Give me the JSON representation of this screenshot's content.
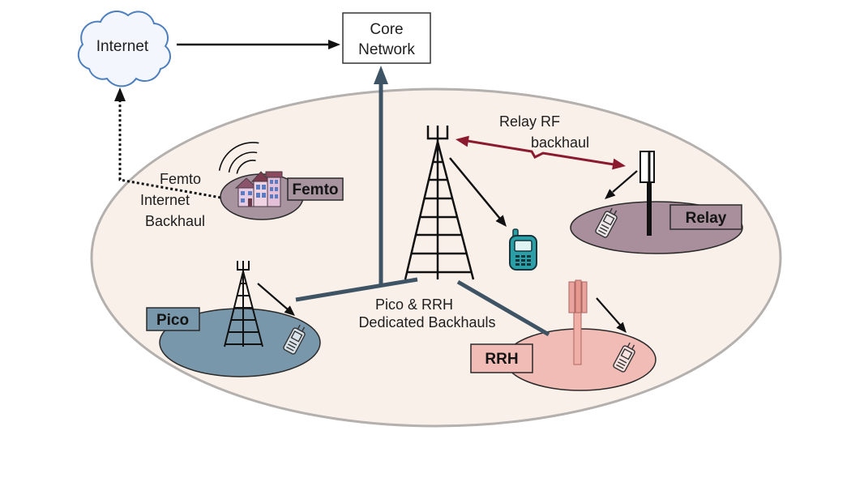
{
  "diagram": {
    "internet": "Internet",
    "core_network": {
      "line1": "Core",
      "line2": "Network"
    }
  },
  "cells": {
    "femto": "Femto",
    "relay": "Relay",
    "pico": "Pico",
    "rrh": "RRH"
  },
  "backhaul_labels": {
    "femto_internet": [
      "Femto",
      "Internet",
      "Backhaul"
    ],
    "relay_rf": [
      "Relay RF",
      "backhaul"
    ],
    "dedicated": [
      "Pico & RRH",
      "Dedicated Backhauls"
    ]
  },
  "colors": {
    "coverage_area": "#faf0ea",
    "femto": "#a7949f",
    "relay": "#a88f9b",
    "pico": "#7997aa",
    "rrh": "#f2bcb6",
    "dedicated_backhaul": "#3e5465",
    "relay_rf_backhaul": "#8b1a2e",
    "handset": "#2a9fa8"
  },
  "icons": [
    "cloud-icon",
    "macro-tower-icon",
    "pico-tower-icon",
    "house-icon",
    "wireless-signal-icon",
    "relay-antenna-icon",
    "rrh-antenna-icon",
    "handset-icon"
  ]
}
